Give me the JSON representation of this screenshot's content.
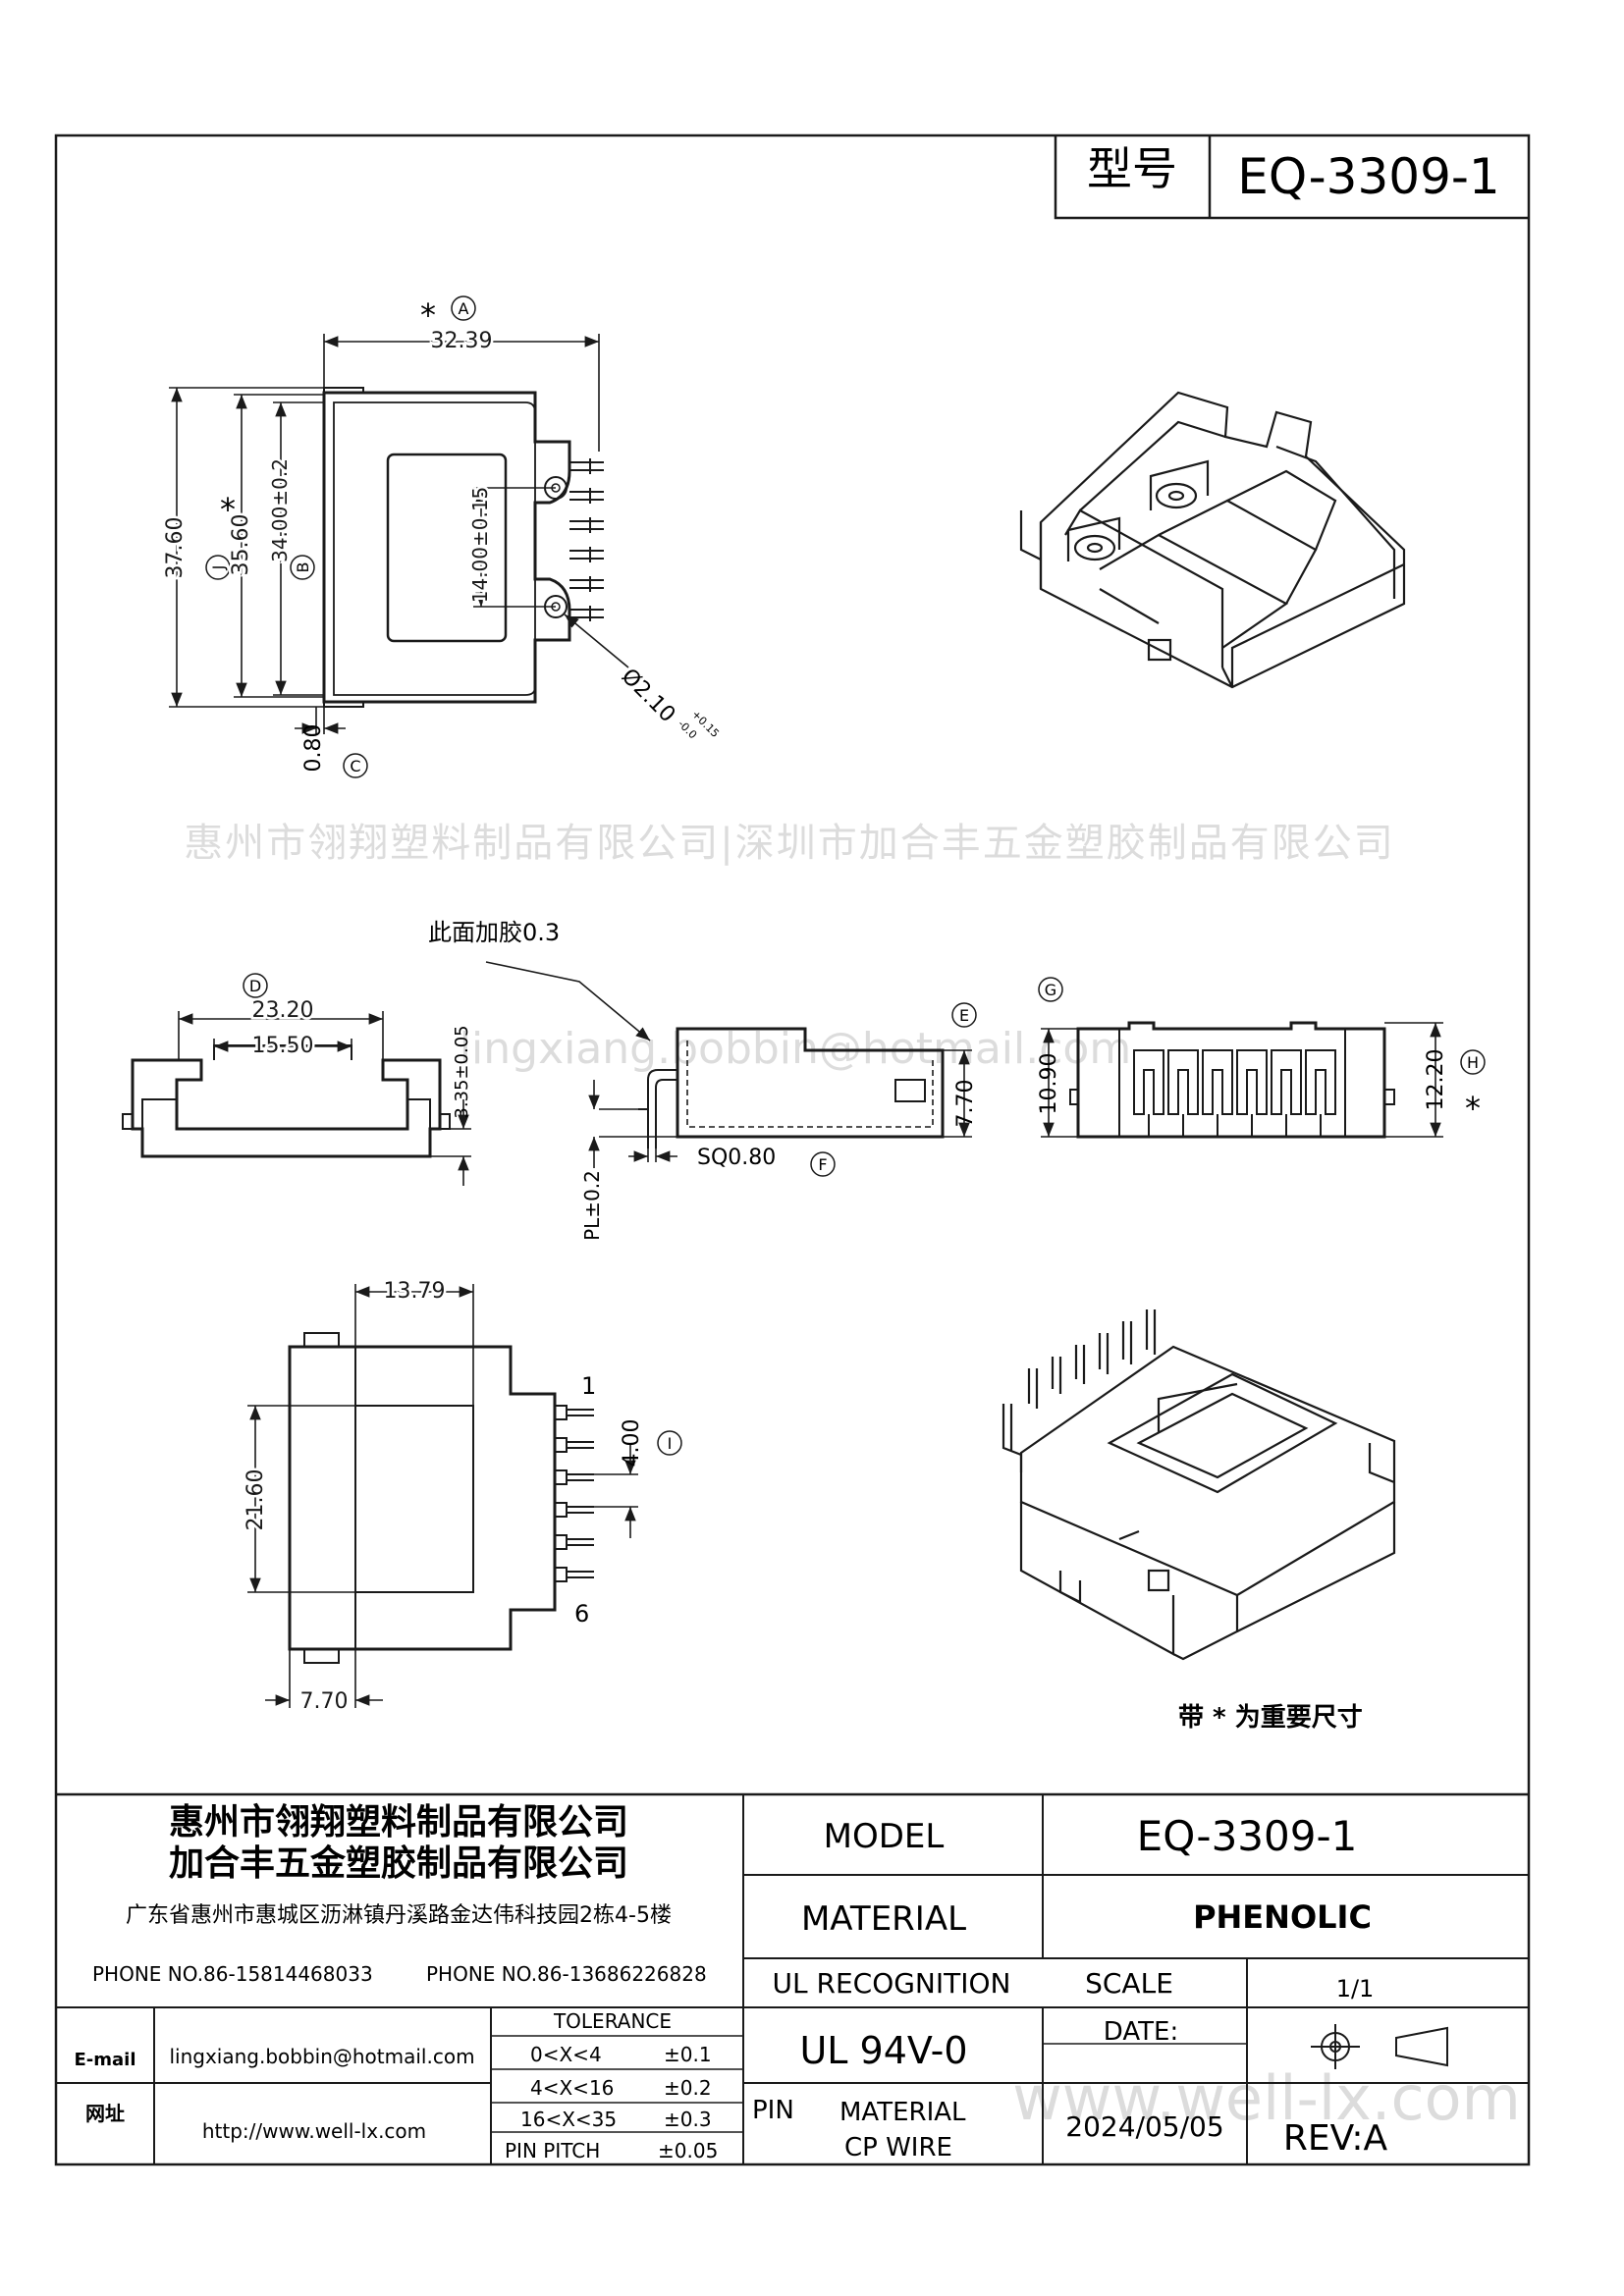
{
  "model_box": {
    "label": "型号",
    "value": "EQ-3309-1"
  },
  "watermarks": {
    "company_line": "惠州市翎翔塑料制品有限公司|深圳市加合丰五金塑胶制品有限公司",
    "email": "lingxiang.bobbin@hotmail.com",
    "website": "www.well-lx.com"
  },
  "top_view": {
    "marker_a": "A",
    "dim_width": "32.39",
    "dim_outer_height": "37.60",
    "marker_j": "J",
    "dim_inner_height": "35.60",
    "dim_body_height": "34.00±0.2",
    "marker_b": "B",
    "dim_hole_pitch": "14.00±0.15",
    "dim_hole_dia": "Ø2.10",
    "hole_tol_upper": "+0.15",
    "hole_tol_lower": "-0.0",
    "dim_flange": "0.80",
    "marker_c": "C",
    "star": "*"
  },
  "front_view": {
    "marker_d": "D",
    "dim_width": "23.20",
    "dim_slot": "15.50",
    "dim_height": "3.35±0.05"
  },
  "side_view": {
    "note": "此面加胶0.3",
    "marker_e": "E",
    "dim_height": "7.70",
    "dim_pin_sq": "SQ0.80",
    "marker_f": "F",
    "dim_pin_len": "PL±0.2"
  },
  "end_view": {
    "marker_g": "G",
    "dim_left": "10.90",
    "dim_right": "12.20",
    "marker_h": "H",
    "star": "*"
  },
  "bottom_view": {
    "dim_width": "13.79",
    "dim_height": "21.60",
    "dim_pitch": "4.00",
    "marker_i": "I",
    "dim_flange": "7.70",
    "pin_first": "1",
    "pin_last": "6"
  },
  "legend_note": "带 * 为重要尺寸",
  "title_block": {
    "company1": "惠州市翎翔塑料制品有限公司",
    "company2": "加合丰五金塑胶制品有限公司",
    "address": "广东省惠州市惠城区沥淋镇丹溪路金达伟科技园2栋4-5楼",
    "phone1": "PHONE NO.86-15814468033",
    "phone2": "PHONE NO.86-13686226828",
    "email_label": "E-mail",
    "email_value": "lingxiang.bobbin@hotmail.com",
    "web_label": "网址",
    "web_value": "http://www.well-lx.com",
    "tolerance_header": "TOLERANCE",
    "tolerances": [
      {
        "range": "0<X<4",
        "value": "±0.1"
      },
      {
        "range": "4<X<16",
        "value": "±0.2"
      },
      {
        "range": "16<X<35",
        "value": "±0.3"
      },
      {
        "range": "PIN PITCH",
        "value": "±0.05"
      }
    ],
    "model_label": "MODEL",
    "model_value": "EQ-3309-1",
    "material_label": "MATERIAL",
    "material_value": "PHENOLIC",
    "ul_label": "UL RECOGNITION",
    "scale_label": "SCALE",
    "scale_value": "1/1",
    "ul_value": "UL 94V-0",
    "date_label": "DATE:",
    "pin_label": "PIN",
    "pin_material_label": "MATERIAL",
    "pin_material_value": "CP WIRE",
    "date_value": "2024/05/05",
    "rev_label": "REV:A"
  }
}
